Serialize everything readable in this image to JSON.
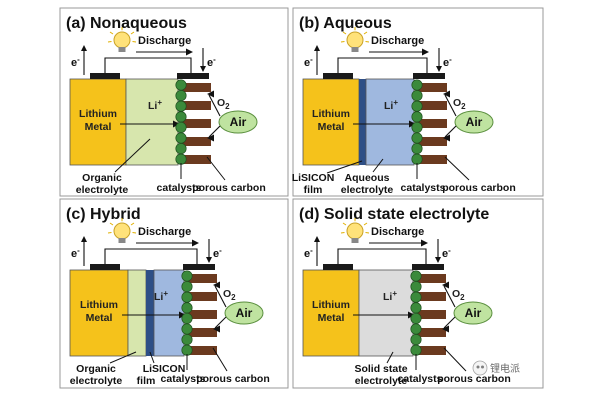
{
  "panels": [
    {
      "title": "(a) Nonaqueous",
      "discharge": "Discharge",
      "electron": "e",
      "anode": [
        "Lithium",
        "Metal"
      ],
      "ion": "Li",
      "oxygen": "O",
      "air": "Air",
      "labels": [
        [
          "Organic",
          "electrolyte"
        ],
        [
          "catalysts"
        ],
        [
          "porous carbon"
        ]
      ]
    },
    {
      "title": "(b) Aqueous",
      "discharge": "Discharge",
      "electron": "e",
      "anode": [
        "Lithium",
        "Metal"
      ],
      "ion": "Li",
      "oxygen": "O",
      "air": "Air",
      "labels": [
        [
          "LiSICON",
          "film"
        ],
        [
          "Aqueous",
          "electrolyte"
        ],
        [
          "catalysts"
        ],
        [
          "porous carbon"
        ]
      ]
    },
    {
      "title": "(c) Hybrid",
      "discharge": "Discharge",
      "electron": "e",
      "anode": [
        "Lithium",
        "Metal"
      ],
      "ion": "Li",
      "oxygen": "O",
      "air": "Air",
      "labels": [
        [
          "Organic",
          "electrolyte"
        ],
        [
          "LiSICON",
          "film"
        ],
        [
          "catalysts"
        ],
        [
          "porous carbon"
        ]
      ]
    },
    {
      "title": "(d) Solid state electrolyte",
      "discharge": "Discharge",
      "electron": "e",
      "anode": [
        "Lithium",
        "Metal"
      ],
      "ion": "Li",
      "oxygen": "O",
      "air": "Air",
      "labels": [
        [
          "Solid state",
          "electrolyte"
        ],
        [
          "catalysts"
        ],
        [
          "porous carbon"
        ]
      ]
    }
  ],
  "superscripts": {
    "electron": "-",
    "ion": "+"
  },
  "subscripts": {
    "oxygen": "2"
  },
  "watermark": "锂电派",
  "colors": {
    "lithium": "#f5c21b",
    "organic": "#d7e6ad",
    "aqueous": "#9fb8df",
    "lisicon": "#2e4f86",
    "solid": "#dcdcdc",
    "catalyst": "#3b8a3b",
    "carbon": "#6b3a1f",
    "air": "#bfe3a0",
    "bulb": "#ffe27a"
  }
}
